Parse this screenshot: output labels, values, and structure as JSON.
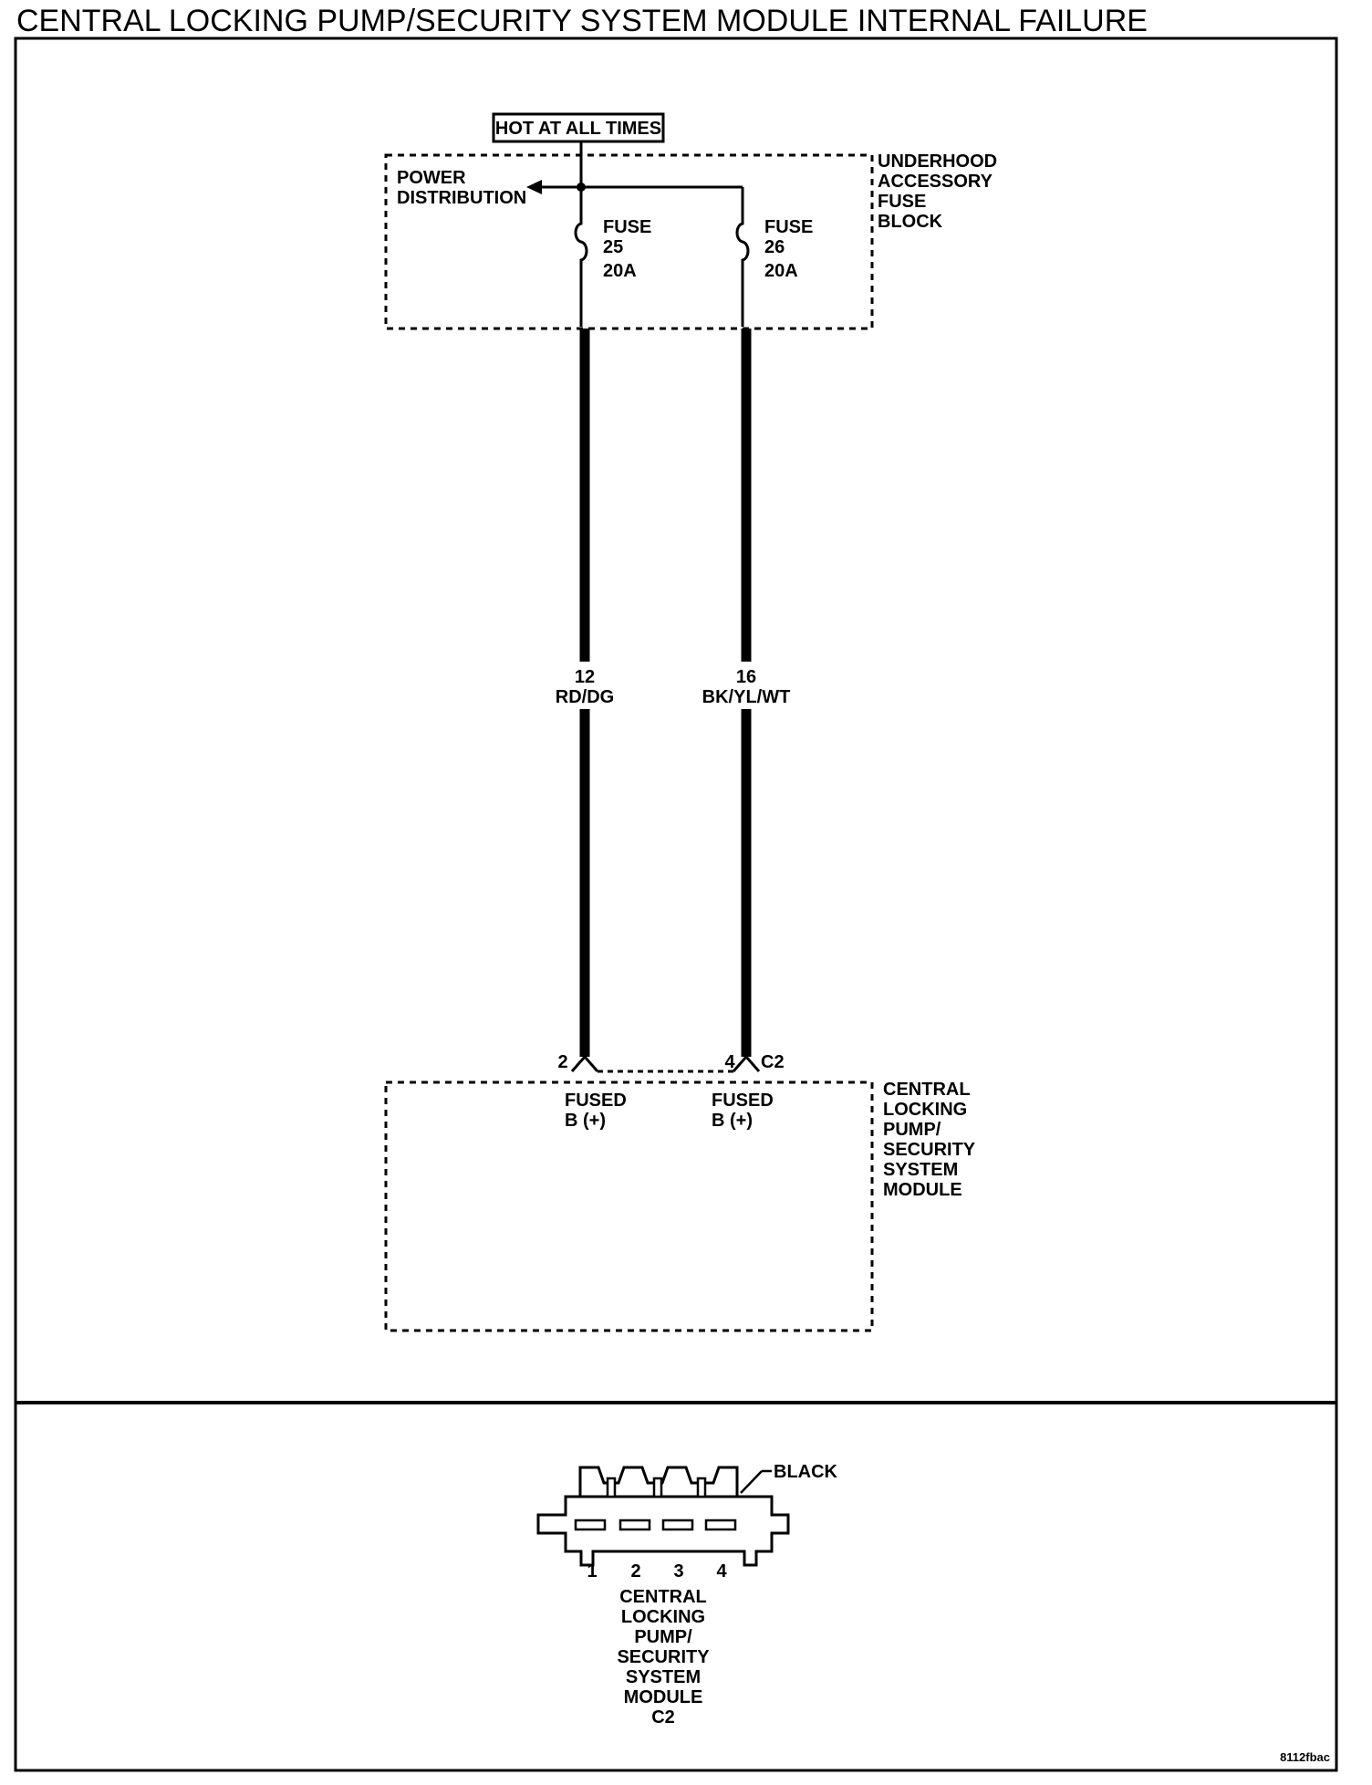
{
  "title": "CENTRAL LOCKING PUMP/SECURITY SYSTEM MODULE INTERNAL FAILURE",
  "hot_label": "HOT AT ALL TIMES",
  "power_distribution": [
    "POWER",
    "DISTRIBUTION"
  ],
  "fuse_block": {
    "name": [
      "UNDERHOOD",
      "ACCESSORY",
      "FUSE",
      "BLOCK"
    ],
    "fuses": [
      {
        "lines": [
          "FUSE",
          "25",
          "20A"
        ]
      },
      {
        "lines": [
          "FUSE",
          "26",
          "20A"
        ]
      }
    ]
  },
  "wires": [
    {
      "gauge": "12",
      "color": "RD/DG",
      "pin": "2",
      "function": [
        "FUSED",
        "B (+)"
      ]
    },
    {
      "gauge": "16",
      "color": "BK/YL/WT",
      "pin": "4",
      "function": [
        "FUSED",
        "B (+)"
      ]
    }
  ],
  "module_connector": "C2",
  "module": {
    "name": [
      "CENTRAL",
      "LOCKING",
      "PUMP/",
      "SECURITY",
      "SYSTEM",
      "MODULE"
    ]
  },
  "connector_view": {
    "color_label": "BLACK",
    "pins": [
      "1",
      "2",
      "3",
      "4"
    ],
    "caption": [
      "CENTRAL",
      "LOCKING",
      "PUMP/",
      "SECURITY",
      "SYSTEM",
      "MODULE",
      "C2"
    ]
  },
  "figure_id": "8112fbac"
}
